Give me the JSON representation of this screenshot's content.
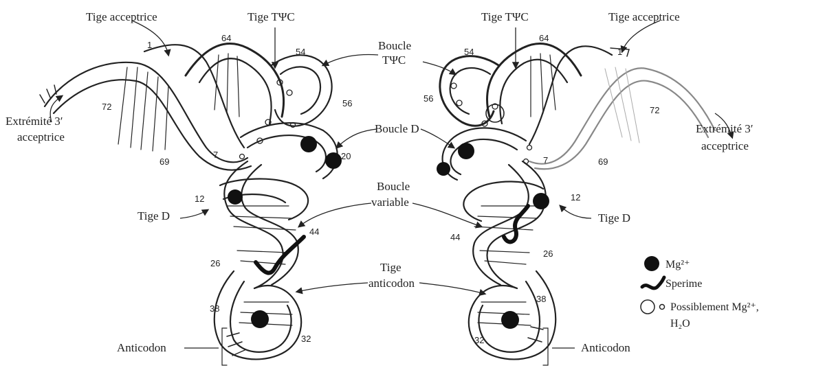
{
  "labels": {
    "left": {
      "tige_acceptrice": "Tige acceptrice",
      "tige_tpc": "Tige TΨC",
      "extremite_line1": "Extrémité 3′",
      "extremite_line2": "acceptrice",
      "tige_d": "Tige D",
      "anticodon": "Anticodon"
    },
    "right": {
      "tige_acceptrice": "Tige acceptrice",
      "tige_tpc": "Tige TΨC",
      "extremite_line1": "Extrémité 3′",
      "extremite_line2": "acceptrice",
      "tige_d": "Tige D",
      "anticodon": "Anticodon"
    },
    "center": {
      "boucle_tpc_line1": "Boucle",
      "boucle_tpc_line2": "TΨC",
      "boucle_d": "Boucle D",
      "boucle_variable_line1": "Boucle",
      "boucle_variable_line2": "variable",
      "tige_anticodon_line1": "Tige",
      "tige_anticodon_line2": "anticodon"
    }
  },
  "numbers": {
    "left": {
      "n1": "1",
      "n64": "64",
      "n54": "54",
      "n56": "56",
      "n72": "72",
      "n69": "69",
      "n7": "7",
      "n20": "20",
      "n12": "12",
      "n44": "44",
      "n26": "26",
      "n38": "38",
      "n32": "32"
    },
    "right": {
      "n1": "1",
      "n64": "64",
      "n54": "54",
      "n56": "56",
      "n72": "72",
      "n69": "69",
      "n7": "7",
      "n12": "12",
      "n44": "44",
      "n26": "26",
      "n38": "38",
      "n32": "32"
    }
  },
  "legend": {
    "mg": "Mg²⁺",
    "spermine": "Sperime",
    "possible_line1": "Possiblement Mg²⁺,",
    "possible_line2": "H₂O"
  }
}
